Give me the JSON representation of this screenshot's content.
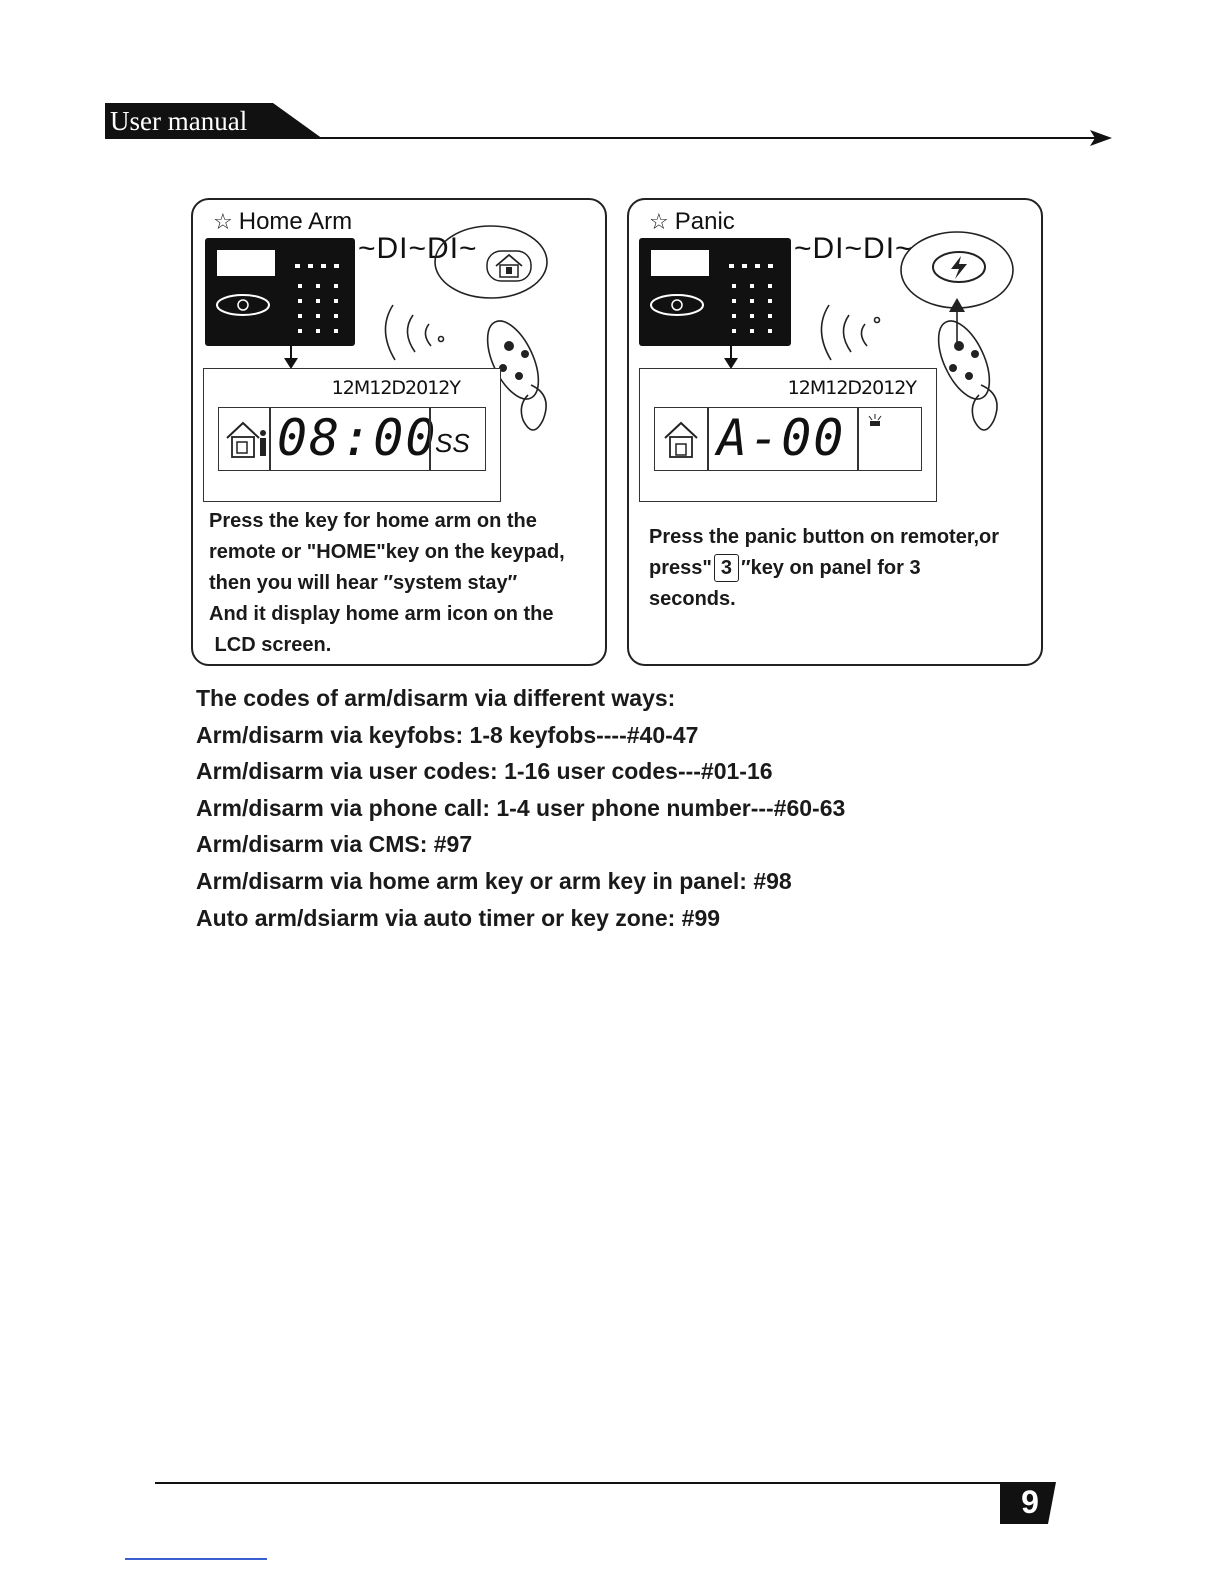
{
  "header": {
    "title": "User manual"
  },
  "home_arm": {
    "title": "Home Arm",
    "sound": "~DI~DI~",
    "lcd_date": "12M12D2012Y",
    "lcd_time": "08:00",
    "lcd_suffix": "SS",
    "description": [
      "Press the key for home arm on the",
      "remote or \"HOME\"key on the keypad,",
      "then you will hear ″system stay″",
      "And it display home arm icon on the",
      " LCD screen."
    ]
  },
  "panic": {
    "title": "Panic",
    "sound": "~DI~DI~",
    "lcd_date": "12M12D2012Y",
    "lcd_code": "A-00",
    "desc_line1": "Press the panic button on remoter,or",
    "desc_press": "press\"",
    "key_label": "3",
    "desc_after_key": "″key on panel for 3",
    "desc_line3": "seconds."
  },
  "codes": {
    "heading": "The codes of arm/disarm via different ways:",
    "lines": [
      "Arm/disarm via keyfobs: 1-8 keyfobs----#40-47",
      "Arm/disarm via user codes: 1-16 user codes---#01-16",
      "Arm/disarm via phone call: 1-4 user phone number---#60-63",
      "Arm/disarm via CMS: #97",
      "Arm/disarm via home arm key or arm key in panel: #98",
      "Auto arm/dsiarm via auto timer or key zone: #99"
    ]
  },
  "footer": {
    "page_number": "9"
  }
}
